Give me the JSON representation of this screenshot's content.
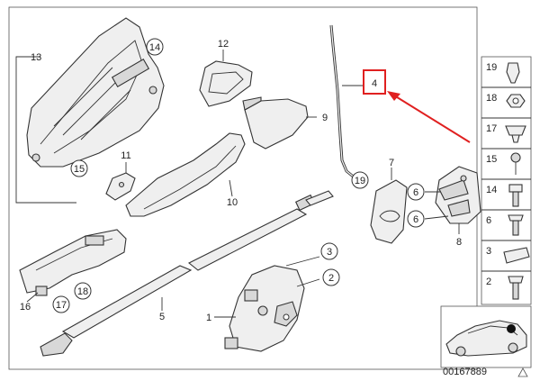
{
  "diagram": {
    "callouts": [
      "13",
      "14",
      "12",
      "9",
      "11",
      "15",
      "10",
      "4",
      "19",
      "7",
      "6",
      "6",
      "8",
      "16",
      "17",
      "18",
      "5",
      "3",
      "2",
      "1"
    ],
    "sidebar_parts": [
      "19",
      "18",
      "17",
      "15",
      "14",
      "6",
      "3",
      "2"
    ],
    "ref_number": "00167889",
    "highlight_color": "#e02020",
    "highlighted_part": "4",
    "arrow_color": "#e02020"
  }
}
